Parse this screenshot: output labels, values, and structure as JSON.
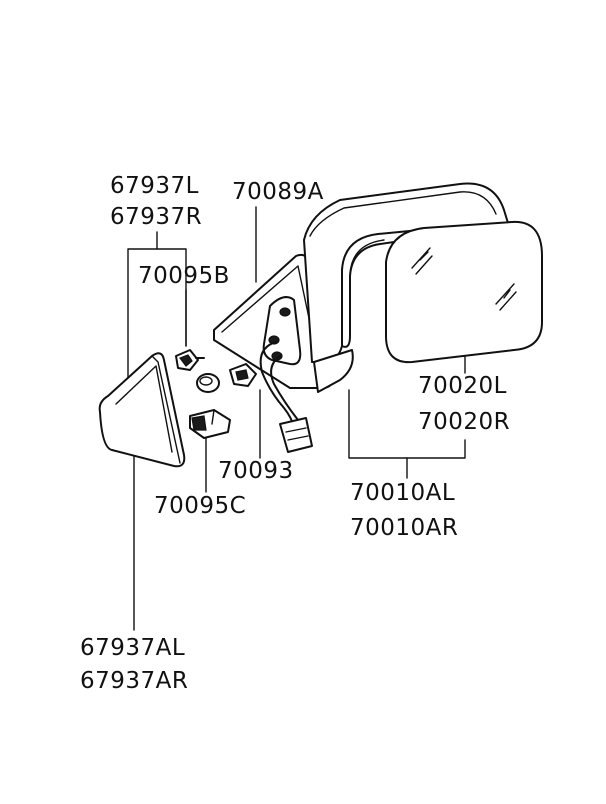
{
  "parts": {
    "p67937": [
      "67937L",
      "67937R"
    ],
    "p70089": "70089A",
    "p70095B": "70095B",
    "p70020": [
      "70020L",
      "70020R"
    ],
    "p70093": "70093",
    "p70095C": "70095C",
    "p70010": [
      "70010AL",
      "70010AR"
    ],
    "p67937A": [
      "67937AL",
      "67937AR"
    ]
  }
}
